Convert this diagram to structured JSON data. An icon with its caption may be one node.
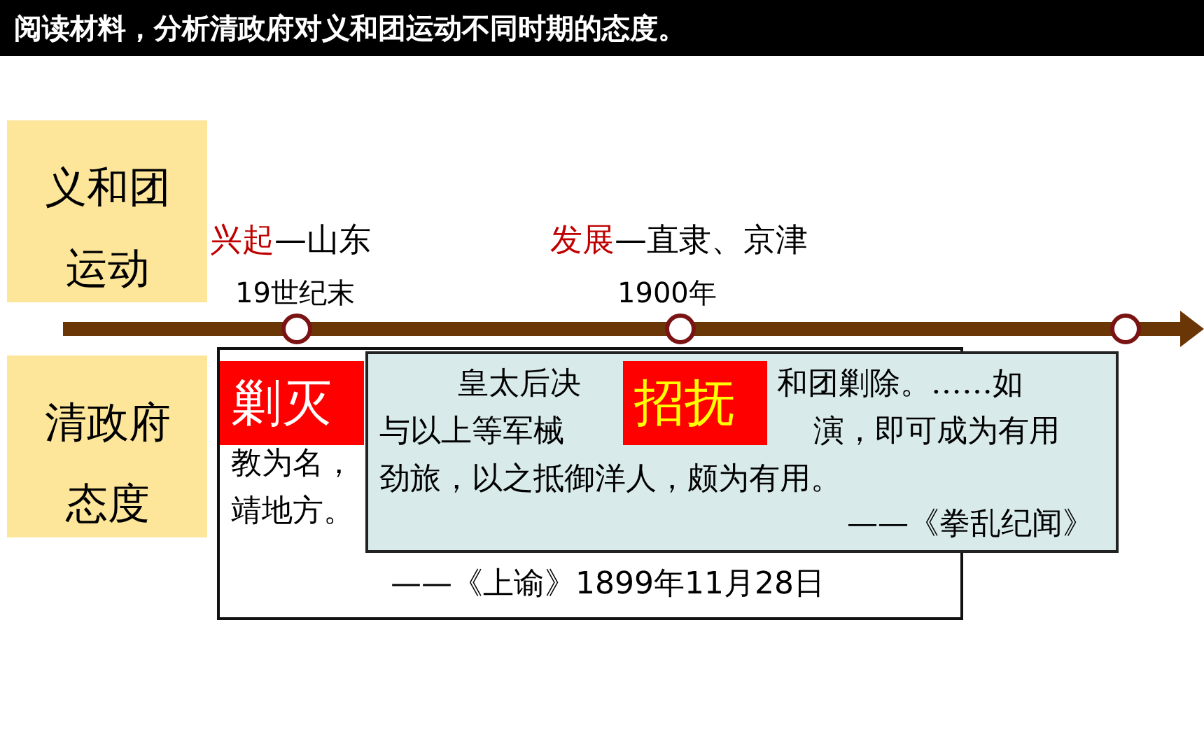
{
  "diagram": {
    "title": "阅读材料，分析清政府对义和团运动不同时期的态度。",
    "nodes": [
      {
        "text": [
          "义和团运动"
        ]
      },
      {
        "text": [
          "清政府态度"
        ]
      },
      {
        "text": [],
        "shape": "circle",
        "beside": [
          "兴起",
          "—山东",
          "19世纪末"
        ]
      },
      {
        "text": [],
        "shape": "circle",
        "beside": [
          "发展",
          "—直隶、京津",
          "1900年"
        ]
      },
      {
        "text": [],
        "shape": "circle"
      },
      {
        "text": [
          "教为名，",
          "靖地方。",
          "——《上谕》1899年11月28日"
        ]
      },
      {
        "text": [
          "剿灭"
        ],
        "in": 5
      },
      {
        "text": [
          "皇太后决",
          "和团剿除。……如",
          "与以上等军械",
          "演，即可成为有用",
          "劲旅，以之抵御洋人，颇为有用。",
          "——《拳乱纪闻》"
        ]
      },
      {
        "text": [
          "招抚"
        ]
      }
    ],
    "edges": []
  }
}
